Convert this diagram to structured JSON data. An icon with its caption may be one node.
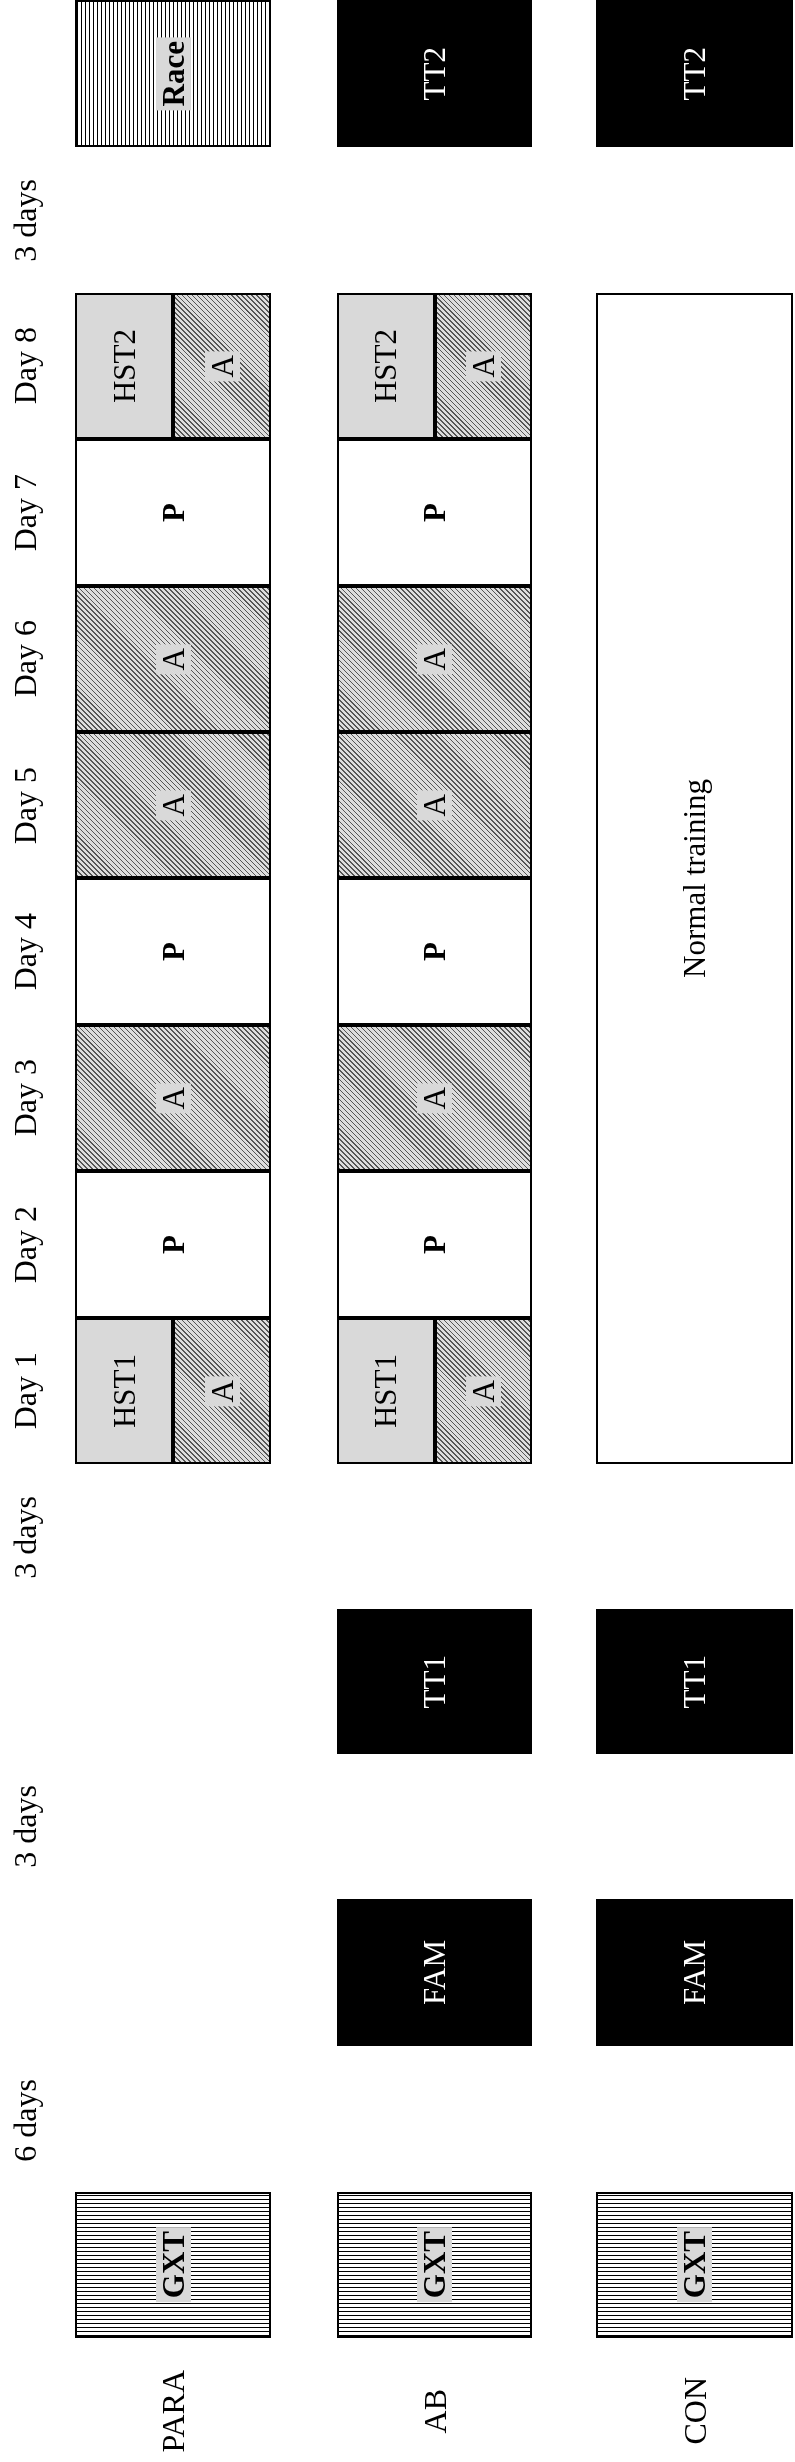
{
  "diagram": {
    "nodes": [
      {
        "text": [
          "GXT"
        ]
      },
      {
        "text": [
          "HST1"
        ]
      },
      {
        "text": [
          "A"
        ]
      },
      {
        "text": [
          "P"
        ]
      },
      {
        "text": [
          "A"
        ]
      },
      {
        "text": [
          "P"
        ]
      },
      {
        "text": [
          "A"
        ]
      },
      {
        "text": [
          "A"
        ]
      },
      {
        "text": [
          "P"
        ]
      },
      {
        "text": [
          "HST2"
        ]
      },
      {
        "text": [
          "A"
        ]
      },
      {
        "text": [
          "Race"
        ]
      },
      {
        "text": [
          "GXT"
        ]
      },
      {
        "text": [
          "FAM"
        ]
      },
      {
        "text": [
          "TT1"
        ]
      },
      {
        "text": [
          "HST1"
        ]
      },
      {
        "text": [
          "A"
        ]
      },
      {
        "text": [
          "P"
        ]
      },
      {
        "text": [
          "A"
        ]
      },
      {
        "text": [
          "P"
        ]
      },
      {
        "text": [
          "A"
        ]
      },
      {
        "text": [
          "A"
        ]
      },
      {
        "text": [
          "P"
        ]
      },
      {
        "text": [
          "HST2"
        ]
      },
      {
        "text": [
          "A"
        ]
      },
      {
        "text": [
          "TT2"
        ]
      },
      {
        "text": [
          "GXT"
        ]
      },
      {
        "text": [
          "FAM"
        ]
      },
      {
        "text": [
          "TT1"
        ]
      },
      {
        "text": [
          "Normal training"
        ]
      },
      {
        "text": [
          "TT2"
        ]
      }
    ],
    "labels": [
      "6 days",
      "3 days",
      "3 days",
      "Day 1",
      "Day 2",
      "Day 3",
      "Day 4",
      "Day 5",
      "Day 6",
      "Day 7",
      "Day 8",
      "3 days",
      "PARA",
      "AB",
      "CON"
    ]
  }
}
